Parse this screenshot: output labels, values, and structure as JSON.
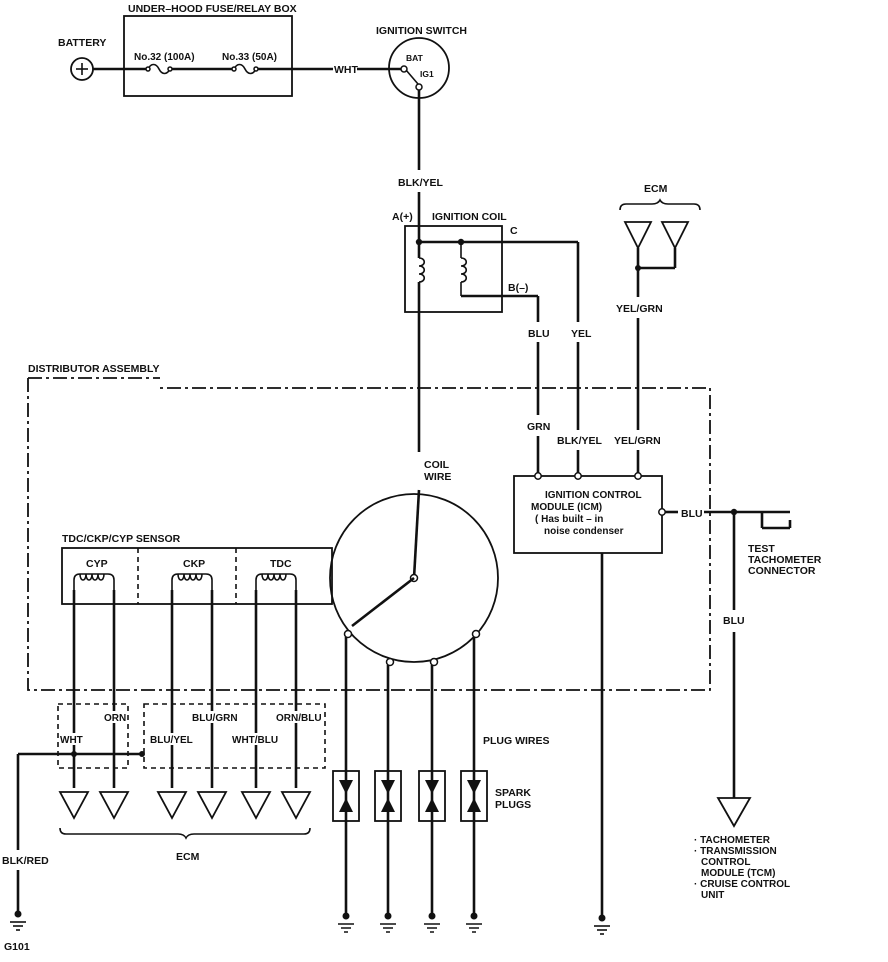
{
  "labels": {
    "fuse_box": "UNDER–HOOD FUSE/RELAY BOX",
    "battery": "BATTERY",
    "fuse_32": "No.32 (100A)",
    "fuse_33": "No.33 (50A)",
    "wht_top": "WHT",
    "ignition_switch": "IGNITION SWITCH",
    "bat": "BAT",
    "ig1": "IG1",
    "blk_yel_top": "BLK/YEL",
    "ecm_top": "ECM",
    "a_plus": "A(+)",
    "ignition_coil": "IGNITION COIL",
    "c_term": "C",
    "b_minus": "B(–)",
    "blu_coil": "BLU",
    "yel_coil": "YEL",
    "yel_grn_top": "YEL/GRN",
    "distributor_assembly": "DISTRIBUTOR ASSEMBLY",
    "grn": "GRN",
    "blk_yel_icm": "BLK/YEL",
    "yel_grn_icm": "YEL/GRN",
    "coil_wire_1": "COIL",
    "coil_wire_2": "WIRE",
    "icm_1": "IGNITION CONTROL",
    "icm_2": "MODULE (ICM)",
    "icm_3": "( Has built – in",
    "icm_4": "noise condenser",
    "blu_icm": "BLU",
    "test_1": "TEST",
    "test_2": "TACHOMETER",
    "test_3": "CONNECTOR",
    "tdc_sensor": "TDC/CKP/CYP SENSOR",
    "cyp": "CYP",
    "ckp": "CKP",
    "tdc": "TDC",
    "blu_right": "BLU",
    "orn": "ORN",
    "blu_grn": "BLU/GRN",
    "orn_blu": "ORN/BLU",
    "wht_left": "WHT",
    "blu_yel": "BLU/YEL",
    "wht_blu": "WHT/BLU",
    "plug_wires": "PLUG WIRES",
    "spark_1": "SPARK",
    "spark_2": "PLUGS",
    "ecm_bottom": "ECM",
    "blk_red": "BLK/RED",
    "g101": "G101",
    "tach_1": "· TACHOMETER",
    "tach_2": "· TRANSMISSION",
    "tach_3": "CONTROL",
    "tach_4": "MODULE (TCM)",
    "tach_5": "· CRUISE CONTROL",
    "tach_6": "UNIT"
  }
}
